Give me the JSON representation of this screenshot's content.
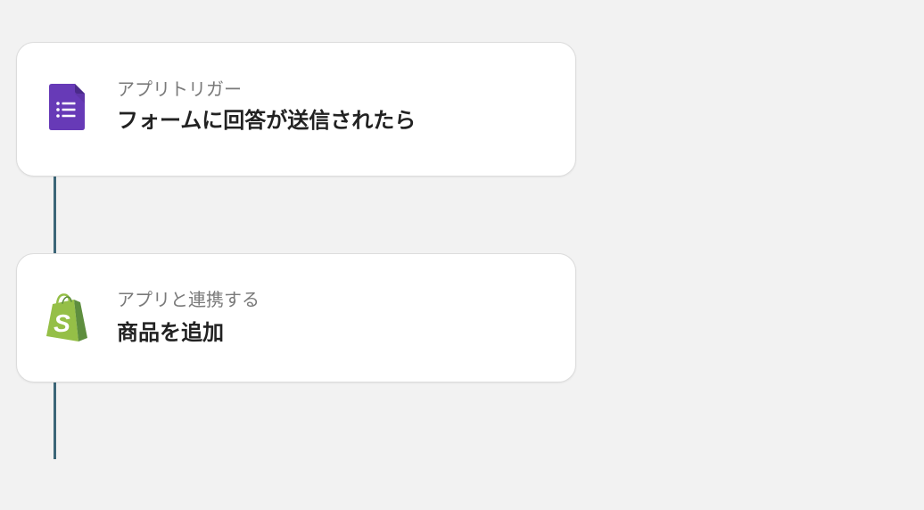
{
  "steps": [
    {
      "app": "Google Forms",
      "icon": "google-forms-icon",
      "label": "アプリトリガー",
      "title": "フォームに回答が送信されたら"
    },
    {
      "app": "Shopify",
      "icon": "shopify-icon",
      "label": "アプリと連携する",
      "title": "商品を追加"
    }
  ],
  "colors": {
    "background": "#f2f2f2",
    "connector": "#3c6678",
    "forms_purple": "#673ab7",
    "shopify_green": "#95bf47"
  }
}
